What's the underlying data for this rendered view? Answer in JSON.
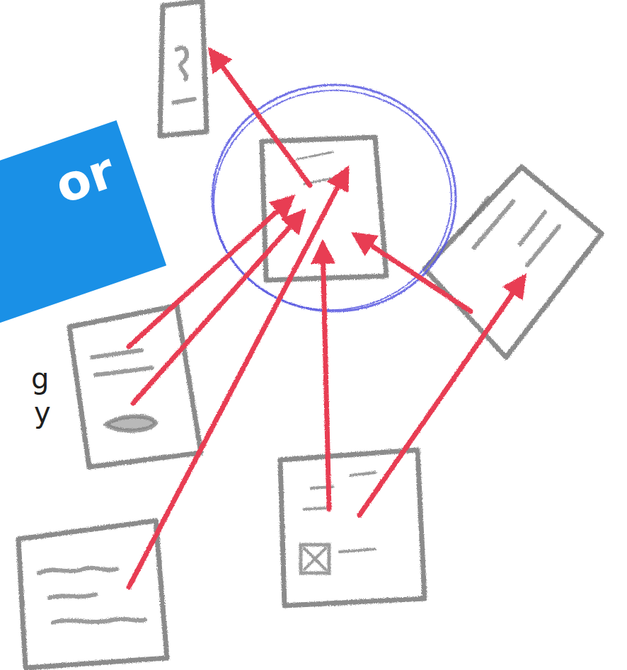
{
  "diagram": {
    "nodes": [
      {
        "text": [
          "or"
        ]
      }
    ],
    "labels": [
      "g",
      "y"
    ]
  }
}
